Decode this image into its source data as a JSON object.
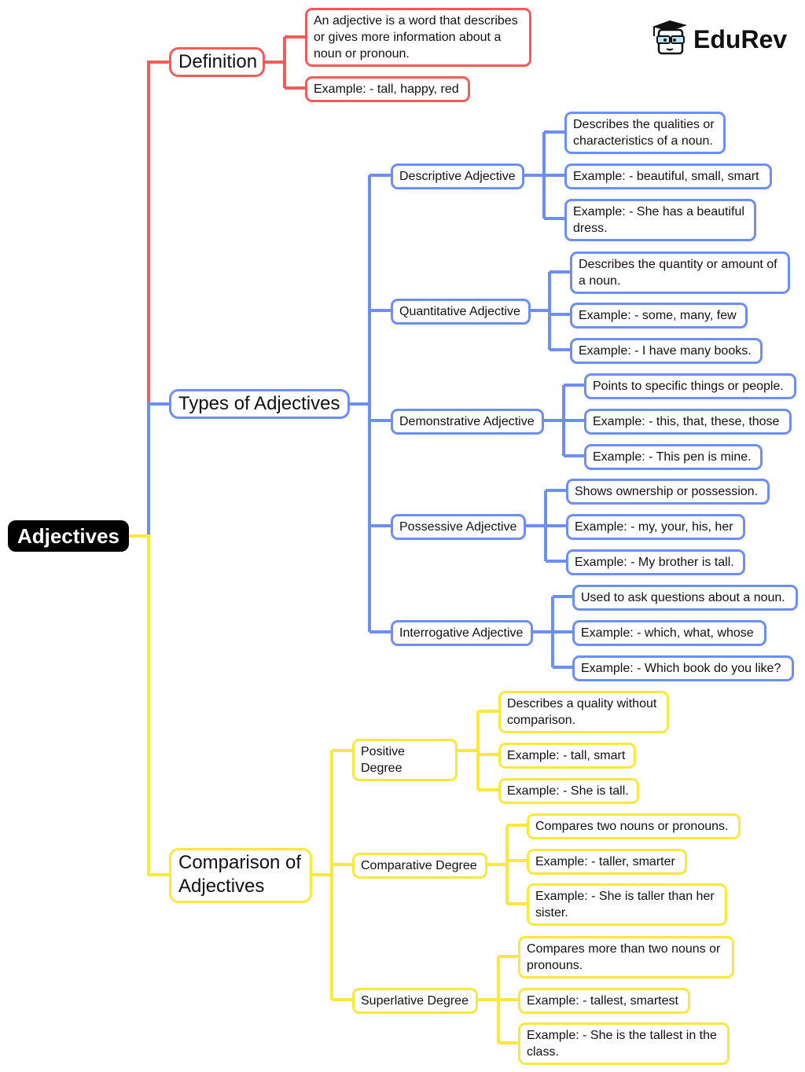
{
  "brand": {
    "name": "EduRev"
  },
  "colors": {
    "definition": "#f65b5b",
    "types": "#6d8df7",
    "comparison": "#fbe83c",
    "root_bg": "#000000"
  },
  "root": "Adjectives",
  "definition": {
    "label": "Definition",
    "children": [
      "An adjective is a word that describes or gives more information about a noun or pronoun.",
      "Example: - tall, happy, red"
    ]
  },
  "types": {
    "label": "Types of Adjectives",
    "items": [
      {
        "label": "Descriptive Adjective",
        "children": [
          "Describes the qualities or characteristics of a noun.",
          "Example: - beautiful, small, smart",
          "Example: - She has a beautiful dress."
        ]
      },
      {
        "label": "Quantitative Adjective",
        "children": [
          "Describes the quantity or amount of a noun.",
          "Example: - some, many, few",
          "Example: - I have many books."
        ]
      },
      {
        "label": "Demonstrative Adjective",
        "children": [
          "Points to specific things or people.",
          "Example: - this, that, these, those",
          "Example: - This pen is mine."
        ]
      },
      {
        "label": "Possessive Adjective",
        "children": [
          "Shows ownership or possession.",
          "Example: - my, your, his, her",
          "Example: - My brother is tall."
        ]
      },
      {
        "label": "Interrogative Adjective",
        "children": [
          "Used to ask questions about a noun.",
          "Example: - which, what, whose",
          "Example: - Which book do you like?"
        ]
      }
    ]
  },
  "comparison": {
    "label": "Comparison of Adjectives",
    "items": [
      {
        "label": "Positive Degree",
        "children": [
          "Describes a quality without comparison.",
          "Example: - tall, smart",
          "Example: - She is tall."
        ]
      },
      {
        "label": "Comparative Degree",
        "children": [
          "Compares two nouns or pronouns.",
          "Example: - taller, smarter",
          "Example: - She is taller than her sister."
        ]
      },
      {
        "label": "Superlative Degree",
        "children": [
          "Compares more than two nouns or pronouns.",
          "Example: - tallest, smartest",
          "Example: - She is the tallest in the class."
        ]
      }
    ]
  }
}
